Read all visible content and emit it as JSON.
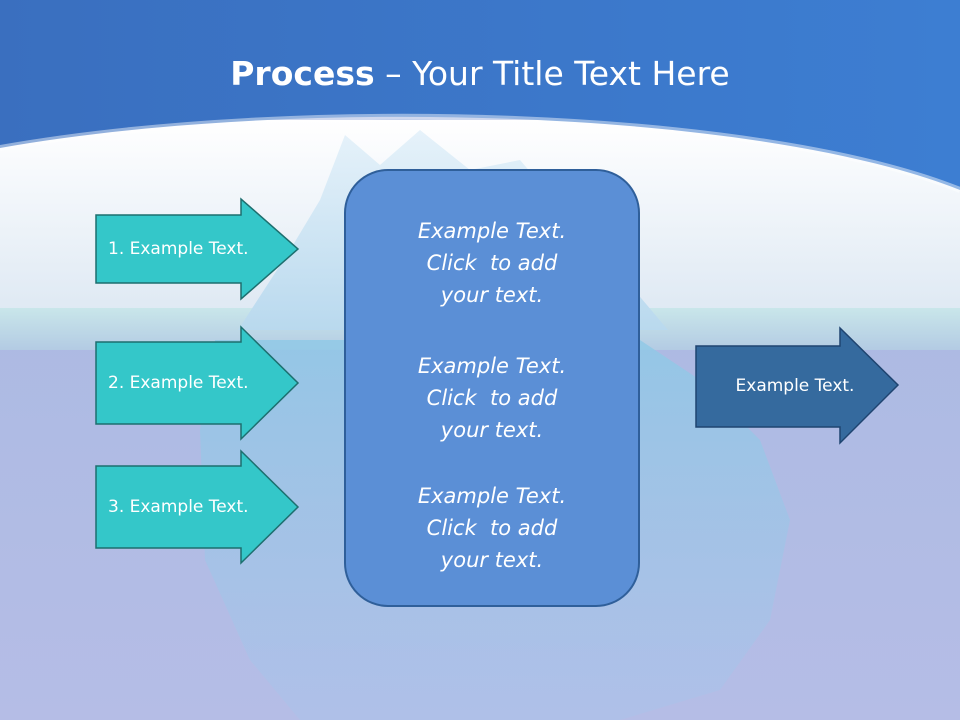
{
  "slide": {
    "title_bold": "Process",
    "title_rest": " – Your Title Text Here"
  },
  "colors": {
    "banner": "#3f74c4",
    "input_arrow_fill": "#34c7c9",
    "input_arrow_border": "#1d6f6f",
    "center_box_fill": "#5b8fd6",
    "center_box_border": "#2f5f9a",
    "output_arrow_fill": "#356a9e",
    "output_arrow_border": "#1f4470"
  },
  "inputs": [
    {
      "label": "1. Example Text."
    },
    {
      "label": "2. Example Text."
    },
    {
      "label": "3. Example Text."
    }
  ],
  "center": {
    "blocks": [
      {
        "text": "Example Text.\nClick  to add\nyour text."
      },
      {
        "text": "Example Text.\nClick  to add\nyour text."
      },
      {
        "text": "Example Text.\nClick  to add\nyour text."
      }
    ]
  },
  "output": {
    "label": "Example Text."
  }
}
